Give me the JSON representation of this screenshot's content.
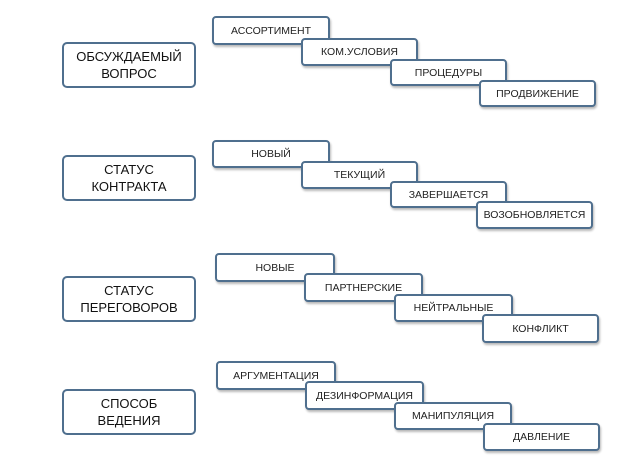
{
  "groups": [
    {
      "title": "ОБСУЖДАЕМЫЙ\nВОПРОС",
      "steps": [
        "АССОРТИМЕНТ",
        "КОМ.УСЛОВИЯ",
        "ПРОЦЕДУРЫ",
        "ПРОДВИЖЕНИЕ"
      ]
    },
    {
      "title": "СТАТУС\nКОНТРАКТА",
      "steps": [
        "НОВЫЙ",
        "ТЕКУЩИЙ",
        "ЗАВЕРШАЕТСЯ",
        "ВОЗОБНОВЛЯЕТСЯ"
      ]
    },
    {
      "title": "СТАТУС\nПЕРЕГОВОРОВ",
      "steps": [
        "НОВЫЕ",
        "ПАРТНЕРСКИЕ",
        "НЕЙТРАЛЬНЫЕ",
        "КОНФЛИКТ"
      ]
    },
    {
      "title": "СПОСОБ\nВЕДЕНИЯ",
      "steps": [
        "АРГУМЕНТАЦИЯ",
        "ДЕЗИНФОРМАЦИЯ",
        "МАНИПУЛЯЦИЯ",
        "ДАВЛЕНИЕ"
      ]
    }
  ]
}
